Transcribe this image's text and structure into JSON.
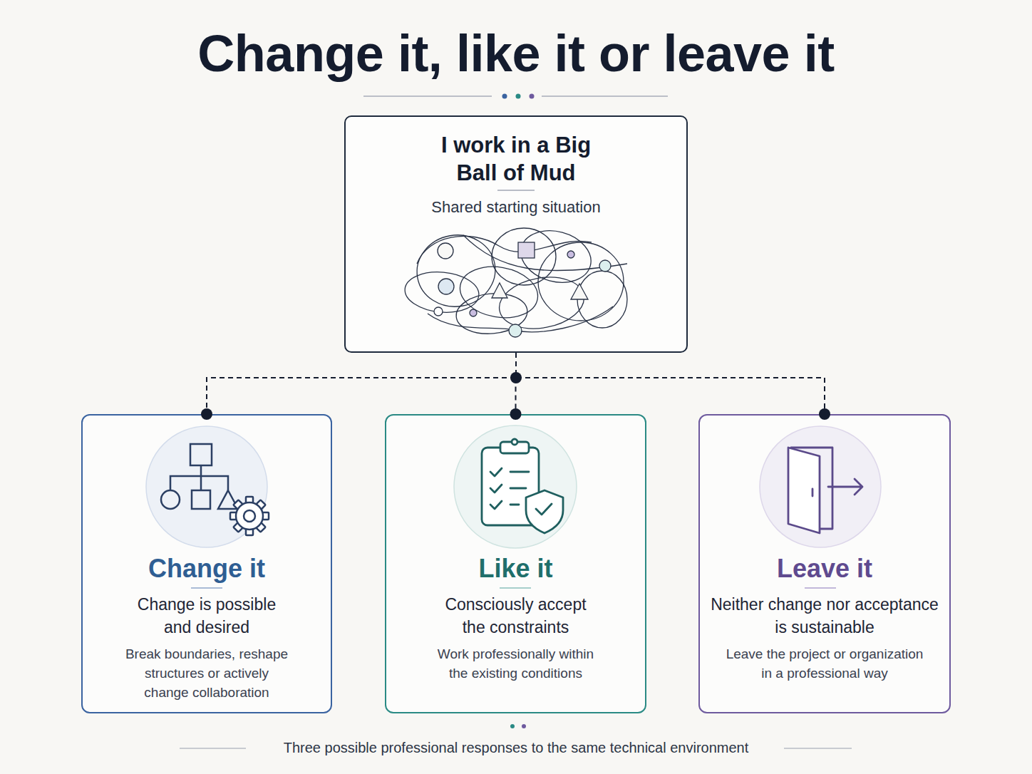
{
  "diagram": {
    "title": "Change it, like it or leave it",
    "caption": "Three possible professional responses to the same technical environment",
    "nodes": [
      {
        "text": [
          "I work in a Big Ball of Mud",
          "Shared starting situation"
        ]
      },
      {
        "text": [
          "Change it",
          "Change is possible and desired",
          "Break boundaries, reshape structures or actively change collaboration"
        ]
      },
      {
        "text": [
          "Like it",
          "Consciously accept the constraints",
          "Work professionally within the existing conditions"
        ]
      },
      {
        "text": [
          "Leave it",
          "Neither change nor acceptance is sustainable",
          "Leave the project or organization in a professional way"
        ]
      }
    ],
    "edges": [
      {
        "from": 0,
        "to": 1,
        "arrow": "none"
      },
      {
        "from": 0,
        "to": 2,
        "arrow": "none"
      },
      {
        "from": 0,
        "to": 3,
        "arrow": "none"
      }
    ]
  }
}
